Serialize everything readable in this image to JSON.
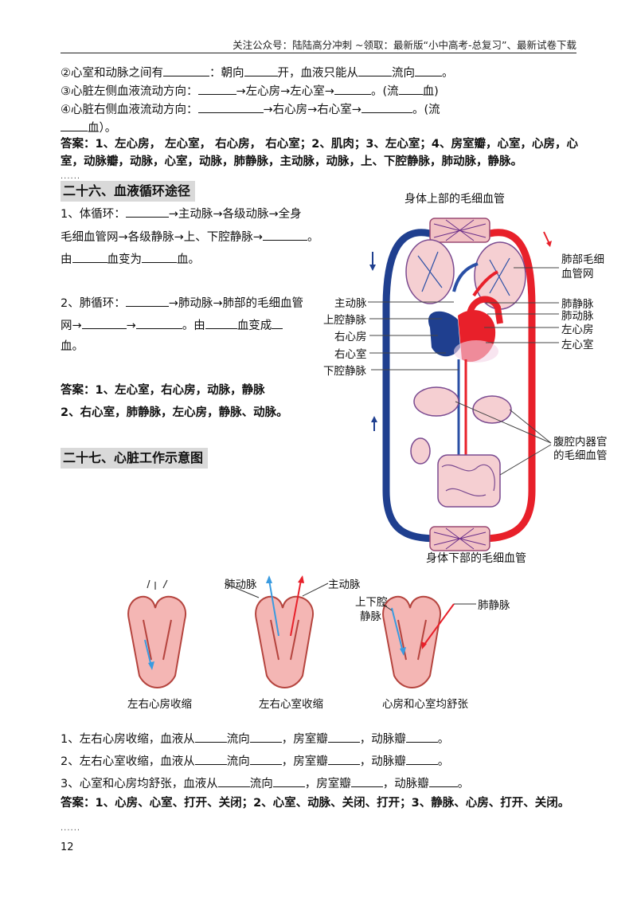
{
  "header": {
    "text": "关注公众号：陆陆高分冲刺  ~领取：最新版“小中高考-总复习”、最新试卷下载"
  },
  "top": {
    "q2": {
      "a": "②心室和动脉之间有",
      "b": "：朝向",
      "c": "开，血液只能从",
      "d": "流向",
      "e": "。"
    },
    "q3": {
      "a": "③心脏左侧血液流动方向：",
      "b": "→左心房→左心室→",
      "c": "。(流",
      "d": "血)"
    },
    "q4": {
      "a": "④心脏右侧血液流动方向：",
      "b": "→右心房→右心室→",
      "c": "。(流"
    },
    "q4cont": {
      "b": "血）。"
    },
    "answer_line1": "答案：1、左心房，  左心室，  右心房，  右心室；2、肌肉；3、左心室；4、房室瓣，心室，心房，心",
    "answer_line2": "室，动脉瓣，动脉，心室，动脉，肺静脉，主动脉，动脉，上、下腔静脉，肺动脉，静脉。",
    "dots": "......"
  },
  "sec26": {
    "title": "二十六、血液循环途径",
    "s1_l1a": "1、体循环：",
    "s1_l1b": "→主动脉→各级动脉→全身",
    "s1_l2a": "毛细血管网→各级静脉→上、下腔静脉→",
    "s1_l2b": "。",
    "s1_l3a": "由",
    "s1_l3b": "血变为",
    "s1_l3c": "血。",
    "s2_l1a": "2、肺循环：",
    "s2_l1b": "→肺动脉→肺部的毛细血管",
    "s2_l2a": "网→",
    "s2_l2b": "→",
    "s2_l2c": "。由",
    "s2_l2d": "血变成",
    "s2_l3": "血。",
    "ans1": "答案：1、左心室，右心房，动脉，静脉",
    "ans2": "2、右心室，肺静脉，左心房，静脉、动脉。"
  },
  "figure1": {
    "top_label": "身体上部的毛细血管",
    "bottom_label": "身体下部的毛细血管",
    "left_labels": [
      "主动脉",
      "上腔静脉",
      "右心房",
      "右心室",
      "下腔静脉"
    ],
    "right_labels": [
      "肺部毛细",
      "血管网",
      "肺静脉",
      "肺动脉",
      "左心房",
      "左心室",
      "腹腔内器官",
      "的毛细血管"
    ]
  },
  "sec27": {
    "title": "二十七、心脏工作示意图"
  },
  "figure2": {
    "labels": [
      "肺动脉",
      "主动脉",
      "上下腔",
      "静脉",
      "肺静脉"
    ],
    "captions": [
      "左右心房收缩",
      "左右心室收缩",
      "心房和心室均舒张"
    ]
  },
  "bottom": {
    "q1": {
      "a": "1、左右心房收缩，血液从",
      "b": "流向",
      "c": "，房室瓣",
      "d": "，动脉瓣",
      "e": "。"
    },
    "q2": {
      "a": "2、左右心室收缩，血液从",
      "b": "流向",
      "c": "，房室瓣",
      "d": "，动脉瓣",
      "e": "。"
    },
    "q3": {
      "a": "3、心室和心房均舒张，血液从",
      "b": "流向",
      "c": "，房室瓣",
      "d": "，动脉瓣",
      "e": "。"
    },
    "answer": "答案：1、心房、心室、打开、关闭；2、心室、动脉、关闭、打开；3、静脉、心房、打开、关闭。",
    "dots": "......"
  },
  "page_number": "12",
  "colors": {
    "artery": "#e8202a",
    "vein": "#1f3f8f",
    "heart_wall": "#f4b6b4",
    "heading_bg": "#d9d9d9"
  }
}
